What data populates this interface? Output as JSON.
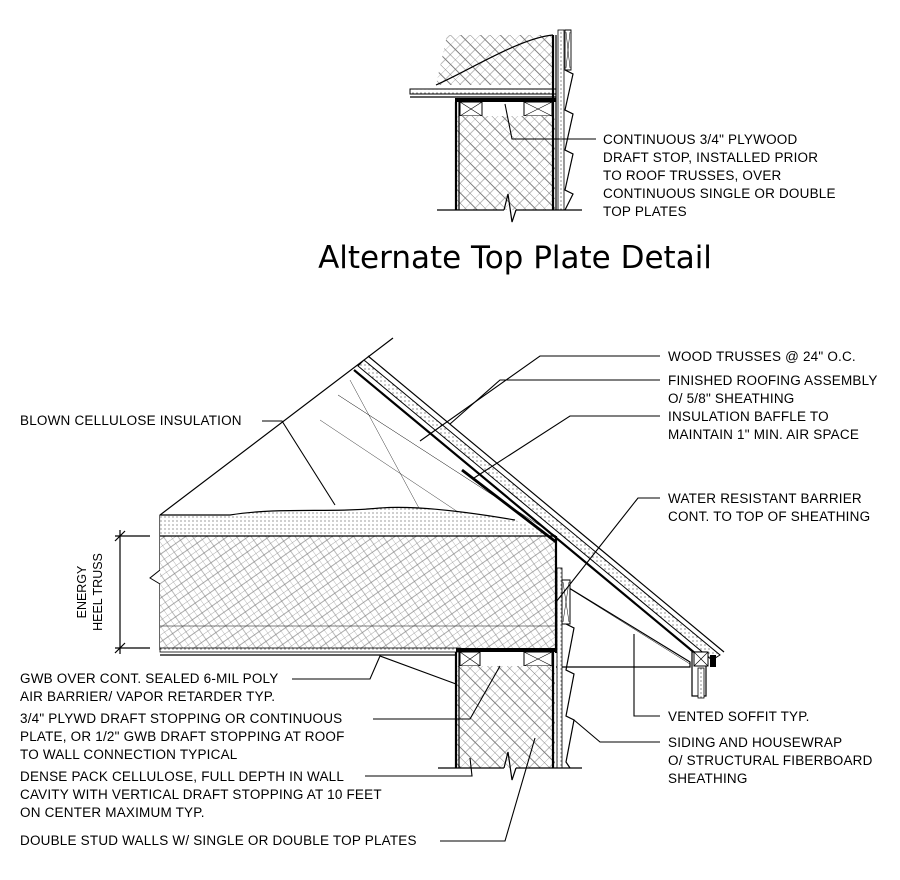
{
  "top_detail": {
    "title": "Alternate Top Plate Detail",
    "callout": [
      "CONTINUOUS 3/4\" PLYWOOD",
      "DRAFT STOP, INSTALLED PRIOR",
      "TO ROOF TRUSSES, OVER",
      "CONTINUOUS SINGLE OR DOUBLE",
      "TOP PLATES"
    ]
  },
  "main_detail": {
    "dimension_label": [
      "ENERGY",
      "HEEL TRUSS"
    ],
    "left_callouts": {
      "blown_cellulose": [
        "BLOWN CELLULOSE INSULATION"
      ],
      "gwb": [
        "GWB OVER CONT. SEALED 6-MIL POLY",
        "AIR BARRIER/ VAPOR RETARDER TYP."
      ],
      "draft_stopping": [
        "3/4\" PLYWD DRAFT STOPPING OR CONTINUOUS",
        "PLATE, OR 1/2\" GWB DRAFT STOPPING AT ROOF",
        "TO WALL CONNECTION TYPICAL"
      ],
      "dense_pack": [
        "DENSE PACK CELLULOSE, FULL DEPTH IN WALL",
        "CAVITY WITH VERTICAL DRAFT STOPPING AT 10 FEET",
        "ON CENTER MAXIMUM TYP."
      ],
      "double_stud": [
        "DOUBLE STUD WALLS W/ SINGLE OR DOUBLE TOP PLATES"
      ]
    },
    "right_callouts": {
      "trusses": [
        "WOOD TRUSSES @ 24\" O.C."
      ],
      "roofing": [
        "FINISHED ROOFING ASSEMBLY",
        "O/ 5/8\" SHEATHING"
      ],
      "baffle": [
        "INSULATION BAFFLE TO",
        "MAINTAIN 1\" MIN. AIR SPACE"
      ],
      "wrb": [
        "WATER RESISTANT BARRIER",
        "CONT. TO TOP OF SHEATHING"
      ],
      "soffit": [
        "VENTED SOFFIT TYP."
      ],
      "siding": [
        "SIDING AND HOUSEWRAP",
        "O/ STRUCTURAL FIBERBOARD",
        "SHEATHING"
      ]
    }
  }
}
